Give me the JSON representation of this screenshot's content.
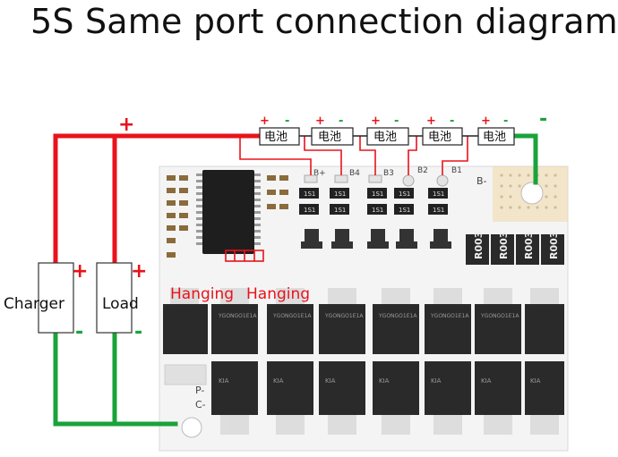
{
  "title": "5S Same port connection diagram",
  "colors": {
    "positive": "#e8131b",
    "negative": "#1aa33a",
    "board": "#f2f2f2",
    "mosfet": "#2a2a2a"
  },
  "cells": [
    {
      "label": "电池",
      "plus": "+",
      "minus": "-"
    },
    {
      "label": "电池",
      "plus": "+",
      "minus": "-"
    },
    {
      "label": "电池",
      "plus": "+",
      "minus": "-"
    },
    {
      "label": "电池",
      "plus": "+",
      "minus": "-"
    },
    {
      "label": "电池",
      "plus": "+",
      "minus": "-"
    }
  ],
  "top_plus": "+",
  "top_minus": "-",
  "board": {
    "pads": [
      "B+",
      "B4",
      "B3",
      "B2",
      "B1",
      "B-"
    ],
    "side_pads": [
      "P-",
      "C-"
    ],
    "resistor_code": "R003",
    "resistor_small": "1S1",
    "mosfet_top_text": "YGONGO1E1A",
    "mosfet_bottom_text": "KIA"
  },
  "charger": {
    "label": "Charger",
    "plus": "+",
    "minus": "-"
  },
  "load": {
    "label": "Load",
    "plus": "+",
    "minus": "-"
  },
  "hanging": [
    "Hanging",
    "Hanging"
  ]
}
